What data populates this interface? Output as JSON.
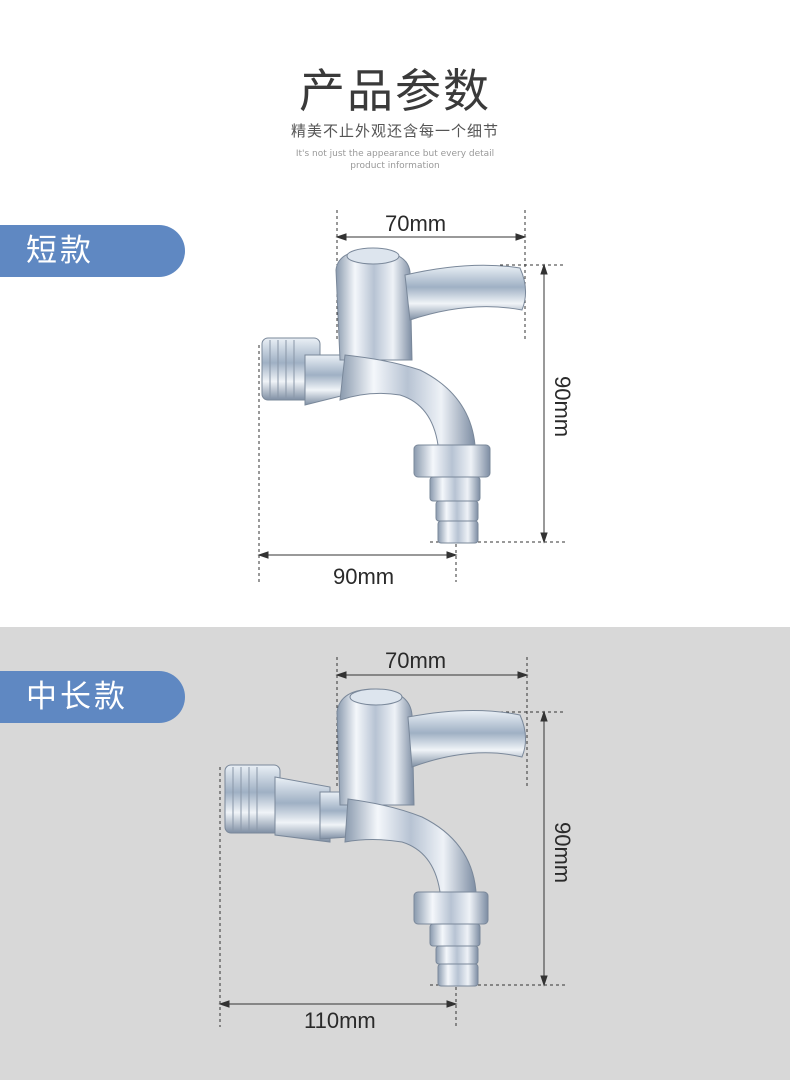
{
  "header": {
    "title": "产品参数",
    "subtitle": "精美不止外观还含每一个细节",
    "english_line1": "It's not just the appearance but every detail",
    "english_line2": "product information"
  },
  "sections": [
    {
      "tag": "短款",
      "top_width": "70mm",
      "height": "90mm",
      "bottom_width": "90mm"
    },
    {
      "tag": "中长款",
      "top_width": "70mm",
      "height": "90mm",
      "bottom_width": "110mm"
    }
  ],
  "colors": {
    "tag_bg": "#5f88c2",
    "section2_bg": "#d8d8d8"
  }
}
